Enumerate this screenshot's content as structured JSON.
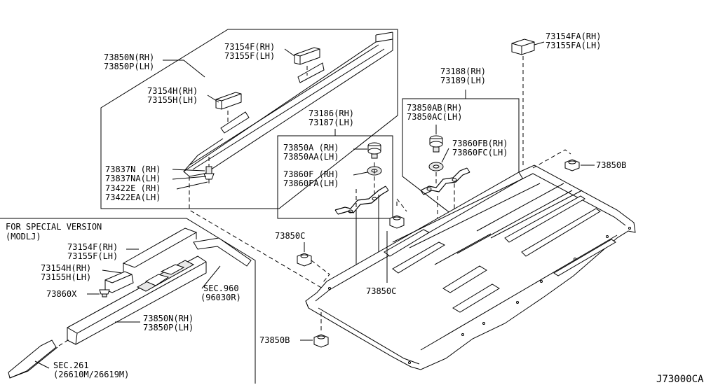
{
  "diagram_code": "J73000CA",
  "special_version": {
    "title": "FOR SPECIAL VERSION",
    "subtitle": "(MODLJ)"
  },
  "parts": {
    "p_73154F": [
      "73154F(RH)",
      "73155F(LH)"
    ],
    "p_73850N": [
      "73850N(RH)",
      "73850P(LH)"
    ],
    "p_73154H": [
      "73154H(RH)",
      "73155H(LH)"
    ],
    "p_73837N": [
      "73837N (RH)",
      "73837NA(LH)",
      "73422E  (RH)",
      "73422EA(LH)"
    ],
    "p_73186": [
      "73186(RH)",
      "73187(LH)"
    ],
    "p_73850A": [
      "73850A (RH)",
      "73850AA(LH)"
    ],
    "p_73860F": [
      "73860F (RH)",
      "73860FA(LH)"
    ],
    "p_73188": [
      "73188(RH)",
      "73189(LH)"
    ],
    "p_73850AB": [
      "73850AB(RH)",
      "73850AC(LH)"
    ],
    "p_73860FB": [
      "73860FB(RH)",
      "73860FC(LH)"
    ],
    "p_73154FA": [
      "73154FA(RH)",
      "73155FA(LH)"
    ],
    "p_73850B_right": "73850B",
    "p_73850C_left": "73850C",
    "p_73850C_mid": "73850C",
    "p_73850B_bottom": "73850B",
    "sv_73154F": [
      "73154F(RH)",
      "73155F(LH)"
    ],
    "sv_73154H": [
      "73154H(RH)",
      "73155H(LH)"
    ],
    "sv_73860X": "73860X",
    "sv_sec960": [
      "SEC.960",
      "(96030R)"
    ],
    "sv_73850N": [
      "73850N(RH)",
      "73850P(LH)"
    ],
    "sv_sec261": [
      "SEC.261",
      "(26610M/26619M)"
    ]
  }
}
